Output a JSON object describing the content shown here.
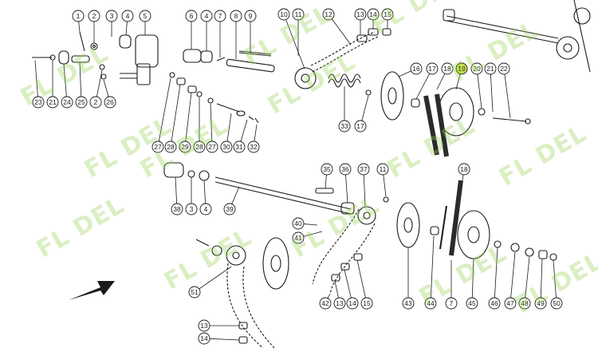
{
  "watermark": "FL DEL",
  "colors": {
    "line": "#1a1a1a",
    "watermark": "#a8d86a",
    "highlight": "#c8e04a",
    "chain": "#2b2b2b"
  },
  "callouts": [
    {
      "id": "c1",
      "label": "1"
    },
    {
      "id": "c2a",
      "label": "2"
    },
    {
      "id": "c3a",
      "label": "3"
    },
    {
      "id": "c4a",
      "label": "4"
    },
    {
      "id": "c5",
      "label": "5"
    },
    {
      "id": "c6",
      "label": "6"
    },
    {
      "id": "c4b",
      "label": "4"
    },
    {
      "id": "c7a",
      "label": "7"
    },
    {
      "id": "c8",
      "label": "8"
    },
    {
      "id": "c9",
      "label": "9"
    },
    {
      "id": "c10",
      "label": "10"
    },
    {
      "id": "c11a",
      "label": "11"
    },
    {
      "id": "c12",
      "label": "12"
    },
    {
      "id": "c13a",
      "label": "13"
    },
    {
      "id": "c14a",
      "label": "14"
    },
    {
      "id": "c15a",
      "label": "15"
    },
    {
      "id": "c16",
      "label": "16"
    },
    {
      "id": "c17a",
      "label": "17"
    },
    {
      "id": "c18a",
      "label": "18"
    },
    {
      "id": "c19",
      "label": "19",
      "highlight": true
    },
    {
      "id": "c20",
      "label": "20"
    },
    {
      "id": "c21b",
      "label": "21"
    },
    {
      "id": "c22",
      "label": "22"
    },
    {
      "id": "c23",
      "label": "23"
    },
    {
      "id": "c21a",
      "label": "21"
    },
    {
      "id": "c24",
      "label": "24"
    },
    {
      "id": "c25",
      "label": "25"
    },
    {
      "id": "c2b",
      "label": "2"
    },
    {
      "id": "c26",
      "label": "26"
    },
    {
      "id": "c33",
      "label": "33"
    },
    {
      "id": "c17b",
      "label": "17"
    },
    {
      "id": "c27a",
      "label": "27"
    },
    {
      "id": "c28a",
      "label": "28"
    },
    {
      "id": "c29",
      "label": "29"
    },
    {
      "id": "c28b",
      "label": "28"
    },
    {
      "id": "c27b",
      "label": "27"
    },
    {
      "id": "c30",
      "label": "30"
    },
    {
      "id": "c31",
      "label": "31"
    },
    {
      "id": "c32",
      "label": "32"
    },
    {
      "id": "c35",
      "label": "35"
    },
    {
      "id": "c36",
      "label": "36"
    },
    {
      "id": "c37",
      "label": "37"
    },
    {
      "id": "c11b",
      "label": "11"
    },
    {
      "id": "c18b",
      "label": "18"
    },
    {
      "id": "c38",
      "label": "38"
    },
    {
      "id": "c3b",
      "label": "3"
    },
    {
      "id": "c4c",
      "label": "4"
    },
    {
      "id": "c39",
      "label": "39"
    },
    {
      "id": "c40",
      "label": "40"
    },
    {
      "id": "c41",
      "label": "41"
    },
    {
      "id": "c51",
      "label": "51"
    },
    {
      "id": "c42",
      "label": "42"
    },
    {
      "id": "c13b",
      "label": "13"
    },
    {
      "id": "c14b",
      "label": "14"
    },
    {
      "id": "c15b",
      "label": "15"
    },
    {
      "id": "c43",
      "label": "43"
    },
    {
      "id": "c44",
      "label": "44"
    },
    {
      "id": "c7b",
      "label": "7"
    },
    {
      "id": "c45",
      "label": "45"
    },
    {
      "id": "c46",
      "label": "46"
    },
    {
      "id": "c47",
      "label": "47"
    },
    {
      "id": "c48",
      "label": "48"
    },
    {
      "id": "c49",
      "label": "49"
    },
    {
      "id": "c50",
      "label": "50"
    },
    {
      "id": "c13c",
      "label": "13"
    },
    {
      "id": "c14c",
      "label": "14"
    }
  ]
}
